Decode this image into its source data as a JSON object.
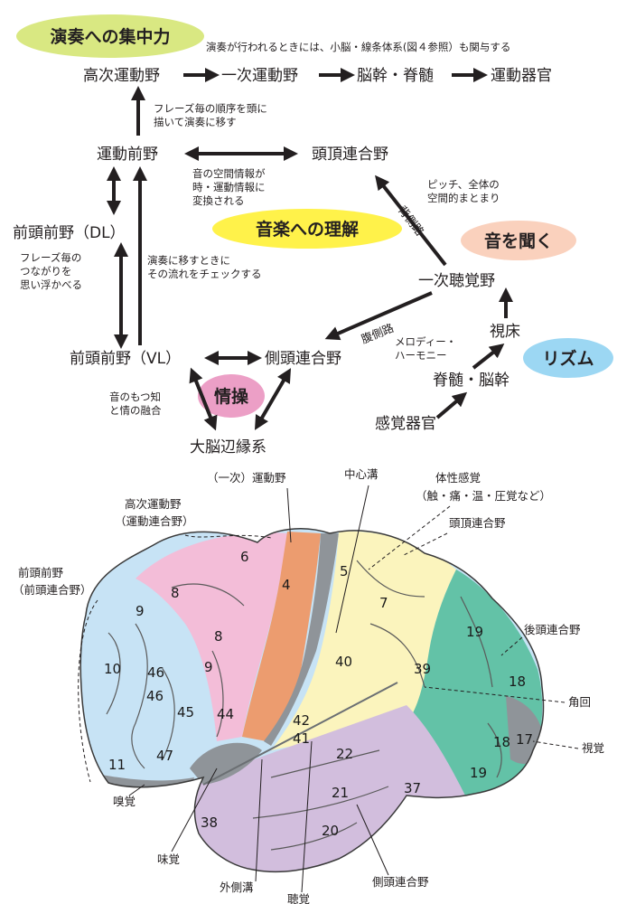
{
  "top_diagram": {
    "title": "演奏への集中力",
    "note_cerebellum": "演奏が行われるときには、小脳・線条体系(図４参照）も関与する",
    "nodes": {
      "higher_motor": "高次運動野",
      "primary_motor": "一次運動野",
      "brainstem": "脳幹・脊髄",
      "motor_organ": "運動器官",
      "premotor": "運動前野",
      "parietal": "頭頂連合野",
      "prefrontal_dl": "前頭前野（DL）",
      "prefrontal_vl": "前頭前野（VL）",
      "temporal": "側頭連合野",
      "limbic": "大脳辺縁系",
      "auditory": "一次聴覚野",
      "thalamus": "視床",
      "spinal": "脊髄・脳幹",
      "sensory_organ": "感覚器官"
    },
    "pills": {
      "understanding": "音楽への理解",
      "listening": "音を聞く",
      "rhythm": "リズム",
      "emotion": "情操"
    },
    "notes": {
      "phrase_order": [
        "フレーズ毎の順序を頭に",
        "描いて演奏に移す"
      ],
      "spatial": [
        "音の空間情報が",
        "時・運動情報に",
        "変換される"
      ],
      "pitch": [
        "ピッチ、全体の",
        "空間的まとまり"
      ],
      "dorsal": "背側路",
      "ventral": "腹側路",
      "phrase_connect": [
        "フレーズ毎の",
        "つながりを",
        "思い浮かべる"
      ],
      "check_flow": [
        "演奏に移すときに",
        "その流れをチェックする"
      ],
      "melody": [
        "メロディー・",
        "ハーモニー"
      ],
      "fusion": [
        "音のもつ知",
        "と情の融合"
      ]
    }
  },
  "brain_map": {
    "labels": {
      "primary_motor": "（一次）運動野",
      "central_sulcus": "中心溝",
      "somatosensory": [
        "体性感覚",
        "（触・痛・温・圧覚など）"
      ],
      "parietal_assoc": "頭頂連合野",
      "higher_motor": [
        "高次運動野",
        "（運動連合野）"
      ],
      "prefrontal": [
        "前頭前野",
        "（前頭連合野）"
      ],
      "occipital_assoc": "後頭連合野",
      "angular": "角回",
      "visual": "視覚",
      "olfactory": "嗅覚",
      "taste": "味覚",
      "lateral_sulcus": "外側溝",
      "hearing": "聴覚",
      "temporal_assoc": "側頭連合野"
    },
    "areas": {
      "a6": "6",
      "a4": "4",
      "a5": "5",
      "a8a": "8",
      "a8b": "8",
      "a9a": "9",
      "a9b": "9",
      "a7": "7",
      "a19a": "19",
      "a19b": "19",
      "a18a": "18",
      "a18b": "18",
      "a17": "17",
      "a10": "10",
      "a46a": "46",
      "a46b": "46",
      "a45": "45",
      "a44": "44",
      "a40": "40",
      "a39": "39",
      "a42": "42",
      "a41": "41",
      "a47": "47",
      "a11": "11",
      "a22": "22",
      "a21": "21",
      "a37": "37",
      "a38": "38",
      "a20": "20"
    },
    "colors": {
      "frontal_blue": "#c7e3f5",
      "pink": "#f3bdd8",
      "orange": "#ec9c6f",
      "gray": "#8f9499",
      "yellow": "#fbf4bd",
      "green": "#63c2a7",
      "purple": "#d2bedd"
    }
  }
}
